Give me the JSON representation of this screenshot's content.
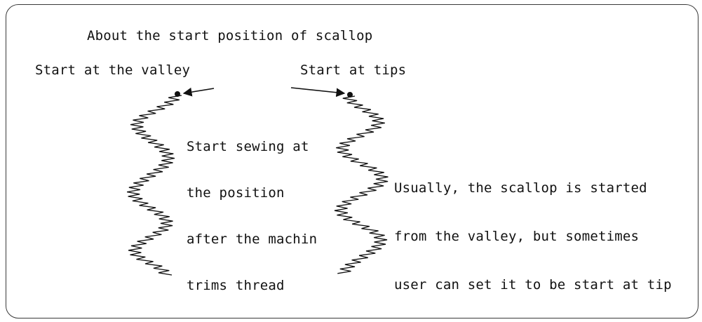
{
  "title": "About the start position of scallop",
  "labels": {
    "start_valley": "Start at the valley",
    "start_tips": "Start at tips"
  },
  "notes": {
    "middle": [
      "Start sewing at",
      "the position",
      "after the machin",
      "trims thread"
    ],
    "right": [
      "Usually, the scallop is started",
      "from the valley, but sometimes",
      "user can set it to be start at tip"
    ]
  },
  "colors": {
    "ink": "#111111",
    "frame": "#3a3a3a"
  }
}
